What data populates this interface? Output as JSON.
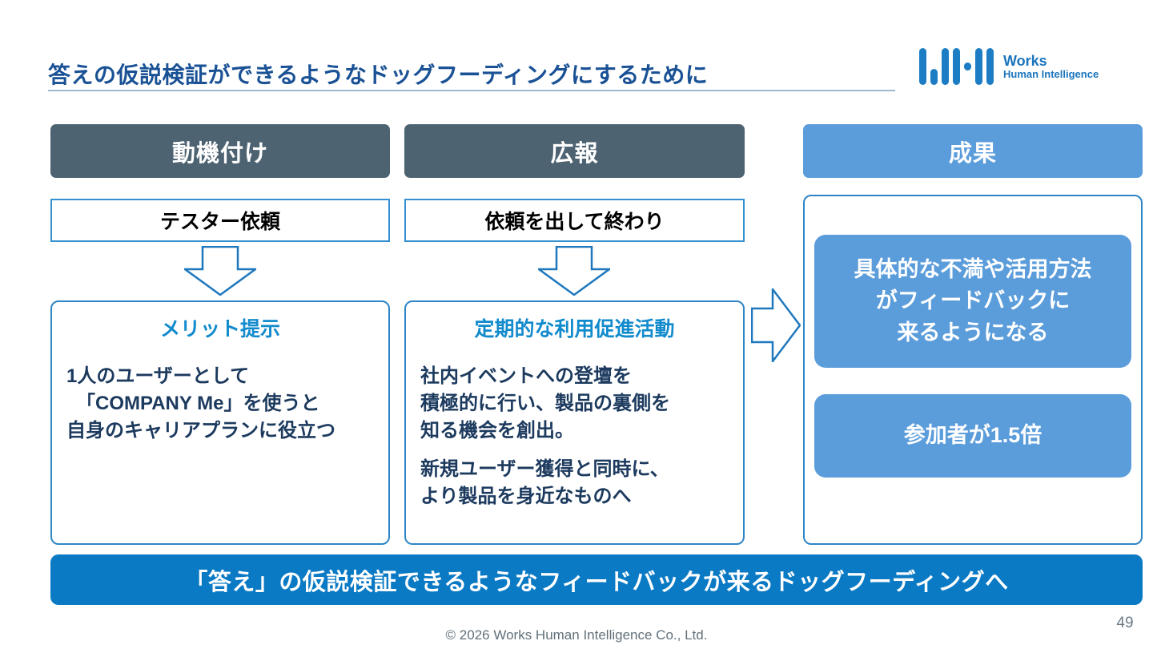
{
  "slide": {
    "title": "答えの仮説検証ができるようなドッグフーディングにするために",
    "footer": "© 2026 Works Human Intelligence Co., Ltd.",
    "page_number": "49"
  },
  "logo": {
    "line1": "Works",
    "line2": "Human Intelligence"
  },
  "columns": [
    {
      "header": "動機付け",
      "label": "テスター依頼",
      "box_title": "メリット提示",
      "box_body": "1人のユーザーとして\n　「COMPANY Me」を使うと\n自身のキャリアプランに役立つ"
    },
    {
      "header": "広報",
      "label": "依頼を出して終わり",
      "box_title": "定期的な利用促進活動",
      "box_body1": "社内イベントへの登壇を\n積極的に行い、製品の裏側を\n知る機会を創出。",
      "box_body2": "新規ユーザー獲得と同時に、\nより製品を身近なものへ"
    },
    {
      "header": "成果",
      "result1": "具体的な不満や活用方法\nがフィードバックに\n来るようになる",
      "result2": "参加者が1.5倍"
    }
  ],
  "bottom_banner": "「答え」の仮説検証できるようなフィードバックが来るドッグフーディングへ",
  "colors": {
    "title_blue": "#1a5295",
    "header_slate": "#4e6372",
    "accent_blue": "#5b9ddb",
    "banner_blue": "#0a7ac4",
    "border_blue": "#2e86c6",
    "body_navy": "#1c3a5e",
    "box_title_blue": "#128bcd",
    "logo_blue": "#1d7dc4"
  }
}
